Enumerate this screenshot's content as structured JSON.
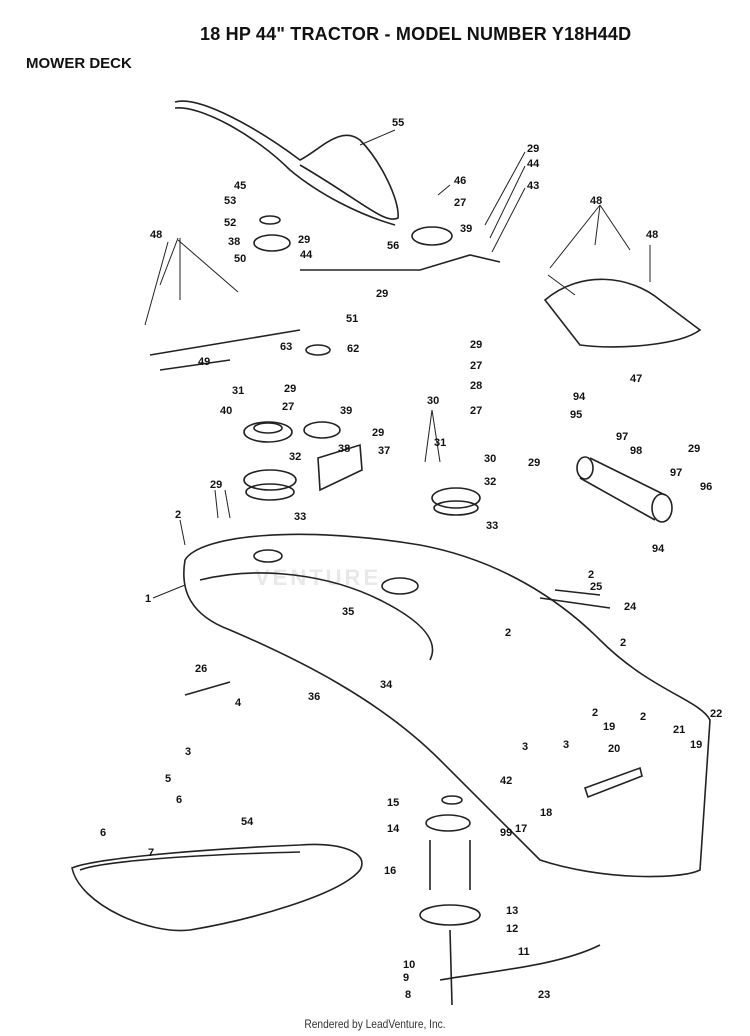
{
  "title": "18 HP 44\" TRACTOR - MODEL NUMBER Y18H44D",
  "section": "MOWER DECK",
  "footer": "Rendered by LeadVenture, Inc.",
  "watermark": "VENTURE",
  "callouts": [
    "55",
    "29",
    "44",
    "43",
    "46",
    "27",
    "39",
    "45",
    "53",
    "52",
    "38",
    "50",
    "29",
    "44",
    "56",
    "48",
    "48",
    "48",
    "29",
    "51",
    "63",
    "62",
    "49",
    "47",
    "29",
    "27",
    "28",
    "27",
    "94",
    "95",
    "29",
    "31",
    "40",
    "29",
    "27",
    "39",
    "38",
    "37",
    "29",
    "30",
    "31",
    "30",
    "97",
    "98",
    "29",
    "97",
    "96",
    "32",
    "33",
    "32",
    "33",
    "29",
    "2",
    "1",
    "35",
    "2",
    "25",
    "24",
    "94",
    "2",
    "2",
    "26",
    "34",
    "4",
    "36",
    "3",
    "3",
    "3",
    "2",
    "19",
    "2",
    "21",
    "22",
    "20",
    "19",
    "42",
    "5",
    "6",
    "6",
    "7",
    "54",
    "15",
    "14",
    "99",
    "18",
    "17",
    "16",
    "13",
    "12",
    "11",
    "10",
    "9",
    "8",
    "23"
  ]
}
